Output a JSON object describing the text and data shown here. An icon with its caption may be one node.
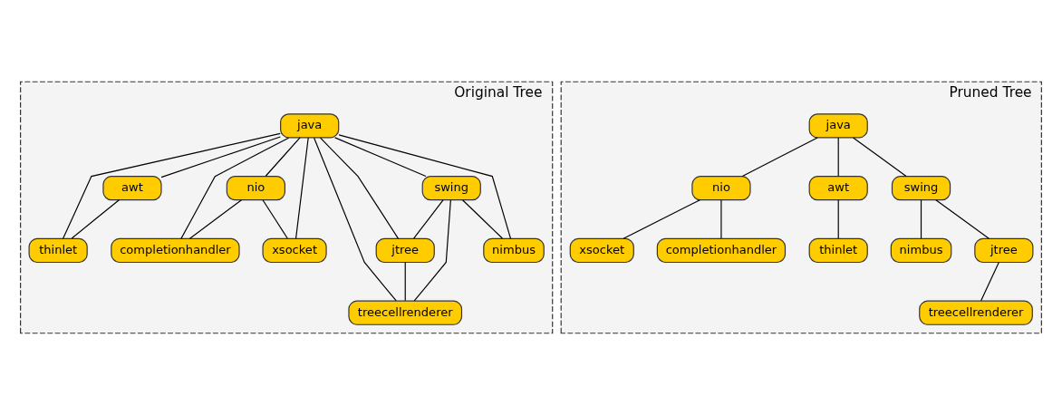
{
  "diagram": {
    "nodes": [
      {
        "text": [
          "Original Tree"
        ]
      },
      {
        "text": [
          "java"
        ],
        "in": 0
      },
      {
        "text": [
          "awt"
        ],
        "in": 0
      },
      {
        "text": [
          "nio"
        ],
        "in": 0
      },
      {
        "text": [
          "swing"
        ],
        "in": 0
      },
      {
        "text": [
          "thinlet"
        ],
        "in": 0
      },
      {
        "text": [
          "completionhandler"
        ],
        "in": 0
      },
      {
        "text": [
          "xsocket"
        ],
        "in": 0
      },
      {
        "text": [
          "jtree"
        ],
        "in": 0
      },
      {
        "text": [
          "nimbus"
        ],
        "in": 0
      },
      {
        "text": [
          "treecellrenderer"
        ],
        "in": 0
      },
      {
        "text": [
          "Pruned Tree"
        ]
      },
      {
        "text": [
          "java"
        ],
        "in": 11
      },
      {
        "text": [
          "nio"
        ],
        "in": 11
      },
      {
        "text": [
          "awt"
        ],
        "in": 11
      },
      {
        "text": [
          "swing"
        ],
        "in": 11
      },
      {
        "text": [
          "xsocket"
        ],
        "in": 11
      },
      {
        "text": [
          "completionhandler"
        ],
        "in": 11
      },
      {
        "text": [
          "thinlet"
        ],
        "in": 11
      },
      {
        "text": [
          "nimbus"
        ],
        "in": 11
      },
      {
        "text": [
          "jtree"
        ],
        "in": 11
      },
      {
        "text": [
          "treecellrenderer"
        ],
        "in": 11
      }
    ],
    "edges": [
      {
        "from": 1,
        "to": 2,
        "arrow": "none"
      },
      {
        "from": 1,
        "to": 5,
        "arrow": "none"
      },
      {
        "from": 1,
        "to": 10,
        "arrow": "none"
      },
      {
        "from": 1,
        "to": 6,
        "arrow": "none"
      },
      {
        "from": 1,
        "to": 3,
        "arrow": "none"
      },
      {
        "from": 1,
        "to": 7,
        "arrow": "none"
      },
      {
        "from": 1,
        "to": 8,
        "arrow": "none"
      },
      {
        "from": 1,
        "to": 4,
        "arrow": "none"
      },
      {
        "from": 1,
        "to": 9,
        "arrow": "none"
      },
      {
        "from": 2,
        "to": 5,
        "arrow": "none"
      },
      {
        "from": 3,
        "to": 6,
        "arrow": "none"
      },
      {
        "from": 3,
        "to": 7,
        "arrow": "none"
      },
      {
        "from": 4,
        "to": 8,
        "arrow": "none"
      },
      {
        "from": 4,
        "to": 10,
        "arrow": "none"
      },
      {
        "from": 4,
        "to": 9,
        "arrow": "none"
      },
      {
        "from": 8,
        "to": 10,
        "arrow": "none"
      },
      {
        "from": 12,
        "to": 13,
        "arrow": "none"
      },
      {
        "from": 12,
        "to": 14,
        "arrow": "none"
      },
      {
        "from": 12,
        "to": 15,
        "arrow": "none"
      },
      {
        "from": 13,
        "to": 16,
        "arrow": "none"
      },
      {
        "from": 13,
        "to": 17,
        "arrow": "none"
      },
      {
        "from": 14,
        "to": 18,
        "arrow": "none"
      },
      {
        "from": 15,
        "to": 19,
        "arrow": "none"
      },
      {
        "from": 15,
        "to": 20,
        "arrow": "none"
      },
      {
        "from": 20,
        "to": 21,
        "arrow": "none"
      }
    ]
  }
}
